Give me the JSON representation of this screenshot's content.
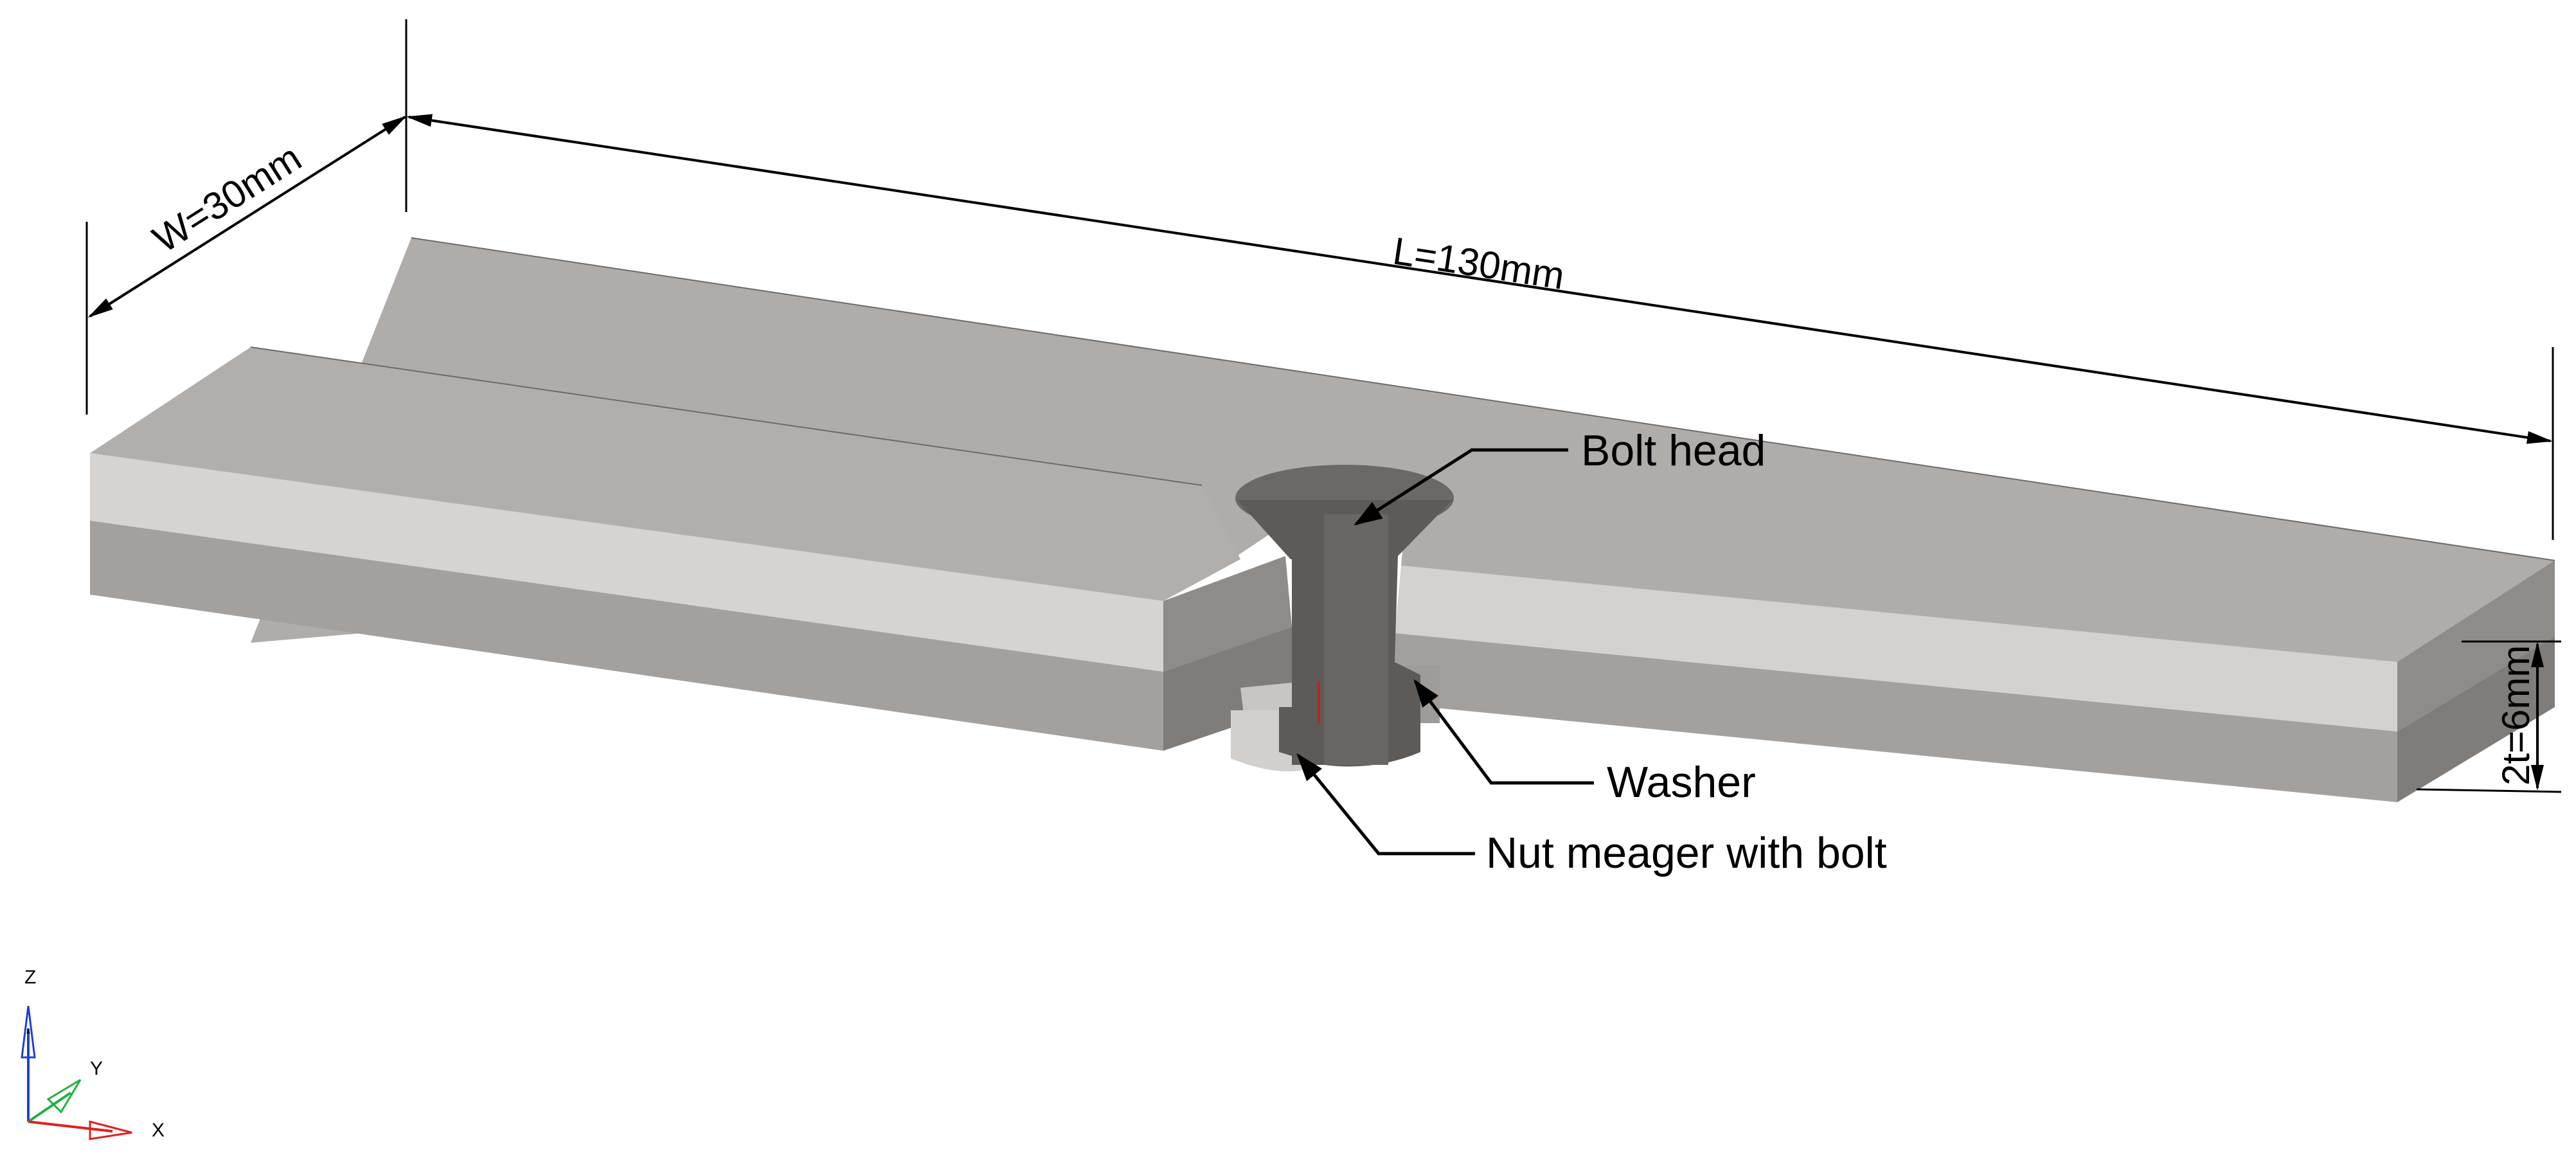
{
  "dimensions": {
    "width_label": "W=30mm",
    "length_label": "L=130mm",
    "thickness_label": "2t=6mm"
  },
  "callouts": {
    "bolt_head": "Bolt head",
    "washer": "Washer",
    "nut": "Nut meager with bolt"
  },
  "axes": {
    "z": "Z",
    "y": "Y",
    "x": "X"
  },
  "colors": {
    "plate_top": "#b0acaa",
    "plate_front_upper": "#d6d3d1",
    "plate_front_lower": "#a3a09e",
    "plate_side": "#8e8b89",
    "bolt_section": "#5e5a58",
    "bolt_head": "#6b6866",
    "washer": "#c8c5c3",
    "axis_x": "#e02020",
    "axis_y": "#20b040",
    "axis_z": "#2040d0"
  }
}
